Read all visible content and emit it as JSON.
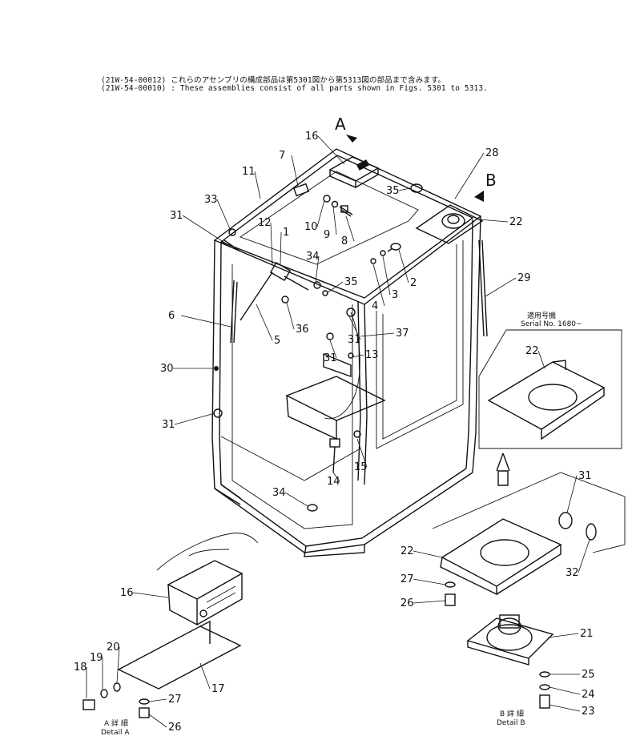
{
  "header": {
    "line1": "(21W-54-00012)  これらのアセンブリの構成部品は第5301図から第5313図の部品まで含みます。",
    "line2": "(21W-54-00010) : These assemblies consist of all parts shown in Figs. 5301 to 5313."
  },
  "views": {
    "a": "A",
    "b": "B"
  },
  "inset": {
    "serial_jp": "適用号機",
    "serial_en": "Serial  No. 1680~"
  },
  "details": {
    "a_jp": "A 詳 細",
    "a_en": "Detail A",
    "b_jp": "B 詳 細",
    "b_en": "Detail B"
  },
  "callouts": [
    {
      "id": "c16a",
      "text": "16"
    },
    {
      "id": "c28",
      "text": "28"
    },
    {
      "id": "c7",
      "text": "7"
    },
    {
      "id": "c11",
      "text": "11"
    },
    {
      "id": "c35a",
      "text": "35"
    },
    {
      "id": "c33",
      "text": "33"
    },
    {
      "id": "c10",
      "text": "10"
    },
    {
      "id": "c9",
      "text": "9"
    },
    {
      "id": "c8",
      "text": "8"
    },
    {
      "id": "c22a",
      "text": "22"
    },
    {
      "id": "c31a",
      "text": "31"
    },
    {
      "id": "c12",
      "text": "12"
    },
    {
      "id": "c1",
      "text": "1"
    },
    {
      "id": "c34a",
      "text": "34"
    },
    {
      "id": "c2",
      "text": "2"
    },
    {
      "id": "c3",
      "text": "3"
    },
    {
      "id": "c29",
      "text": "29"
    },
    {
      "id": "c35b",
      "text": "35"
    },
    {
      "id": "c4",
      "text": "4"
    },
    {
      "id": "c6",
      "text": "6"
    },
    {
      "id": "c5",
      "text": "5"
    },
    {
      "id": "c36",
      "text": "36"
    },
    {
      "id": "c31b",
      "text": "31"
    },
    {
      "id": "c37",
      "text": "37"
    },
    {
      "id": "c31c",
      "text": "31"
    },
    {
      "id": "c13",
      "text": "13"
    },
    {
      "id": "c22b",
      "text": "22"
    },
    {
      "id": "c30",
      "text": "30"
    },
    {
      "id": "c31d",
      "text": "31"
    },
    {
      "id": "c14",
      "text": "14"
    },
    {
      "id": "c15",
      "text": "15"
    },
    {
      "id": "c31e",
      "text": "31"
    },
    {
      "id": "c34b",
      "text": "34"
    },
    {
      "id": "c22c",
      "text": "22"
    },
    {
      "id": "c32",
      "text": "32"
    },
    {
      "id": "c27a",
      "text": "27"
    },
    {
      "id": "c26a",
      "text": "26"
    },
    {
      "id": "c16b",
      "text": "16"
    },
    {
      "id": "c21",
      "text": "21"
    },
    {
      "id": "c20",
      "text": "20"
    },
    {
      "id": "c19",
      "text": "19"
    },
    {
      "id": "c18",
      "text": "18"
    },
    {
      "id": "c17",
      "text": "17"
    },
    {
      "id": "c25",
      "text": "25"
    },
    {
      "id": "c24",
      "text": "24"
    },
    {
      "id": "c27b",
      "text": "27"
    },
    {
      "id": "c23",
      "text": "23"
    },
    {
      "id": "c26b",
      "text": "26"
    }
  ]
}
